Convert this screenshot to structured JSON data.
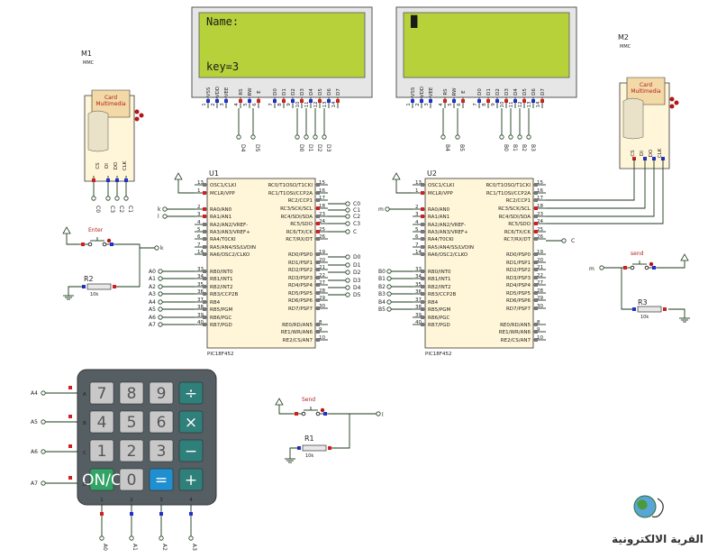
{
  "lcd": {
    "left": {
      "line1": "Name:",
      "line2": "key=3",
      "pins": [
        "VSS",
        "VDD",
        "VEE",
        "RS",
        "RW",
        "E",
        "D0",
        "D1",
        "D2",
        "D3",
        "D4",
        "D5",
        "D6",
        "D7"
      ],
      "pin_numbers": [
        "1",
        "2",
        "3",
        "4",
        "5",
        "6",
        "7",
        "8",
        "9",
        "10",
        "11",
        "12",
        "13",
        "14"
      ],
      "bottom_nets": [
        "D4",
        "D5",
        "D0",
        "D1",
        "D2",
        "D3"
      ]
    },
    "right": {
      "line1": "█",
      "line2": "",
      "pins": [
        "VSS",
        "VDD",
        "VEE",
        "RS",
        "RW",
        "E",
        "D0",
        "D1",
        "D2",
        "D3",
        "D4",
        "D5",
        "D6",
        "D7"
      ],
      "pin_numbers": [
        "1",
        "2",
        "3",
        "4",
        "5",
        "6",
        "7",
        "8",
        "9",
        "10",
        "11",
        "12",
        "13",
        "14"
      ],
      "bottom_nets": [
        "B4",
        "B5",
        "B0",
        "B1",
        "B2",
        "B3"
      ]
    }
  },
  "mmc": {
    "m1": {
      "ref": "M1",
      "sub": "MMC",
      "card": "Card",
      "card2": "Multimedia",
      "pins": [
        "CS",
        "DI",
        "DO",
        "CLK"
      ],
      "nets": [
        "C0",
        "C3",
        "C2",
        "C1"
      ]
    },
    "m2": {
      "ref": "M2",
      "sub": "MMC",
      "card": "Card",
      "card2": "Multimedia",
      "pins": [
        "CS",
        "DI",
        "DO",
        "CLK"
      ]
    }
  },
  "u1": {
    "ref": "U1",
    "part": "PIC18F452",
    "left_pins": [
      "OSC1/CLKI",
      "MCLR/VPP",
      "RA0/AN0",
      "RA1/AN1",
      "RA2/AN2/VREF-",
      "RA3/AN3/VREF+",
      "RA4/T0CKI",
      "RA5/AN4/SS/LVDIN",
      "RA6/OSC2/CLKO",
      "RB0/INT0",
      "RB1/INT1",
      "RB2/INT2",
      "RB3/CCP2B",
      "RB4",
      "RB5/PGM",
      "RB6/PGC",
      "RB7/PGD"
    ],
    "left_nums": [
      "13",
      "1",
      "2",
      "3",
      "4",
      "5",
      "6",
      "7",
      "14",
      "33",
      "34",
      "35",
      "36",
      "37",
      "38",
      "39",
      "40"
    ],
    "right_pins": [
      "RC0/T1OSO/T1CKI",
      "RC1/T1OSI/CCP2A",
      "RC2/CCP1",
      "RC3/SCK/SCL",
      "RC4/SDI/SDA",
      "RC5/SDO",
      "RC6/TX/CK",
      "RC7/RX/DT",
      "RD0/PSP0",
      "RD1/PSP1",
      "RD2/PSP2",
      "RD3/PSP3",
      "RD4/PSP4",
      "RD5/PSP5",
      "RD6/PSP6",
      "RD7/PSP7",
      "RE0/RD/AN5",
      "RE1/WR/AN6",
      "RE2/CS/AN7"
    ],
    "right_nums": [
      "15",
      "16",
      "17",
      "18",
      "23",
      "24",
      "25",
      "26",
      "19",
      "20",
      "21",
      "22",
      "27",
      "28",
      "29",
      "30",
      "8",
      "9",
      "10"
    ],
    "left_nets": [
      "k",
      "l",
      "A0",
      "A1",
      "A2",
      "A3",
      "A4",
      "A5",
      "A6",
      "A7"
    ],
    "right_nets": [
      "C0",
      "C1",
      "C2",
      "C3",
      "C",
      "D0",
      "D1",
      "D2",
      "D3",
      "D4",
      "D5"
    ]
  },
  "u2": {
    "ref": "U2",
    "part": "PIC18F452",
    "left_nets": [
      "m",
      "B0",
      "B1",
      "B2",
      "B3",
      "B4",
      "B5"
    ],
    "right_nets": [
      "C"
    ]
  },
  "switches": {
    "enter": {
      "label": "Enter",
      "net": "k"
    },
    "send1": {
      "label": "send",
      "net": "m"
    },
    "send2": {
      "label": "Send",
      "net": "l"
    }
  },
  "resistors": [
    {
      "ref": "R2",
      "value": "10k"
    },
    {
      "ref": "R3",
      "value": "10k"
    },
    {
      "ref": "R1",
      "value": "10k"
    }
  ],
  "keypad": {
    "rows": [
      "A",
      "B",
      "C",
      "D"
    ],
    "row_nets": [
      "A4",
      "A5",
      "A6",
      "A7"
    ],
    "cols": [
      "1",
      "2",
      "3",
      "4"
    ],
    "col_nets": [
      "A0",
      "A1",
      "A2",
      "A3"
    ],
    "keys": [
      [
        "7",
        "8",
        "9",
        "÷"
      ],
      [
        "4",
        "5",
        "6",
        "×"
      ],
      [
        "1",
        "2",
        "3",
        "−"
      ],
      [
        "ON/C",
        "0",
        "=",
        "+"
      ]
    ]
  },
  "logo": {
    "text": "القرية الالكترونية"
  },
  "colors": {
    "lcd_bg": "#b6d13a",
    "chip": "#fff5d8",
    "keypad": "#555e63",
    "key_grey": "#c8c8c8",
    "key_teal": "#2f7f7a",
    "key_blue": "#1f8fd0",
    "key_green": "#33a366",
    "pin_red": "#d02020",
    "pin_blue": "#2030d0"
  }
}
